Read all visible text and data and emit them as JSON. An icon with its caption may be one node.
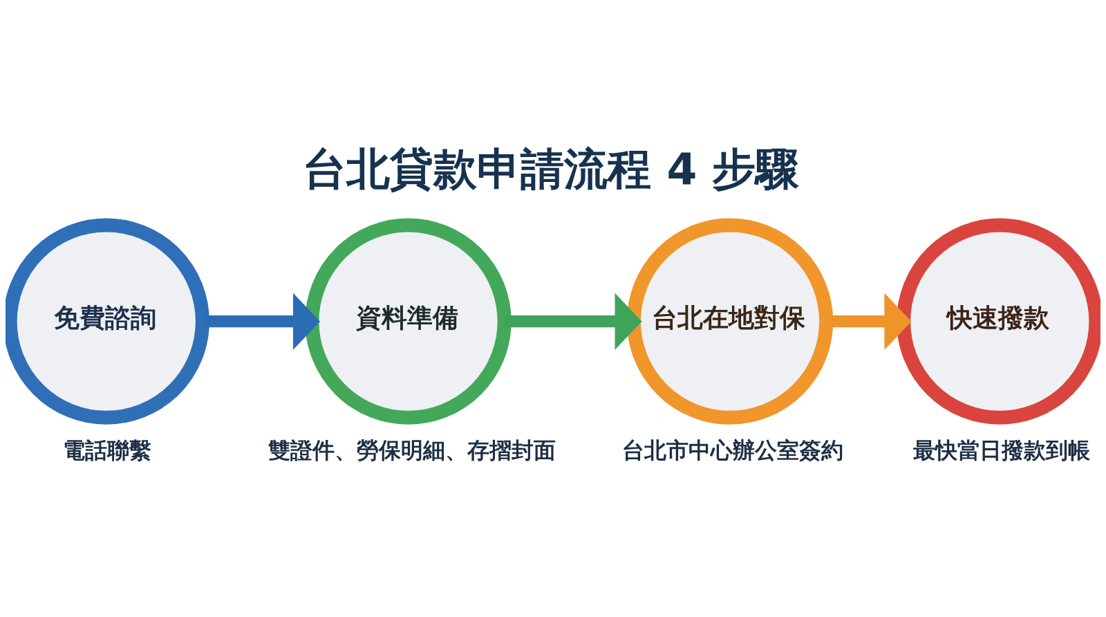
{
  "diagram": {
    "title": "台北貸款申請流程 4 步驟",
    "nodes": [
      {
        "text": [
          "免費諮詢"
        ],
        "beside": [
          "電話聯繫"
        ]
      },
      {
        "text": [
          "資料準備"
        ],
        "beside": [
          "雙證件、勞保明細、存摺封面"
        ]
      },
      {
        "text": [
          "台北在地對保"
        ],
        "beside": [
          "台北市中心辦公室簽約"
        ]
      },
      {
        "text": [
          "快速撥款"
        ],
        "beside": [
          "最快當日撥款到帳"
        ]
      }
    ],
    "edges": [
      {
        "from": 0,
        "to": 1,
        "arrow": "to",
        "color": "#2a6db5"
      },
      {
        "from": 1,
        "to": 2,
        "arrow": "to",
        "color": "#3fa45a"
      },
      {
        "from": 2,
        "to": 3,
        "arrow": "to",
        "color": "#ee9428"
      }
    ]
  }
}
